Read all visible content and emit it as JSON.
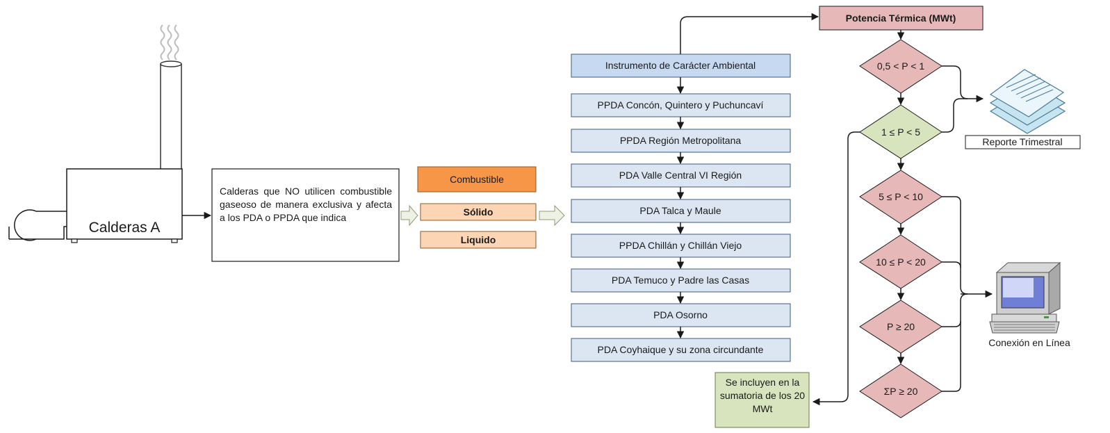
{
  "boiler": {
    "label": "Calderas A"
  },
  "condition": {
    "text": "Calderas que NO utilicen combustible gaseoso de manera exclusiva y afecta a los PDA o PPDA que indica"
  },
  "fuel": {
    "header": "Combustible",
    "types": [
      "Sólido",
      "Liquido"
    ]
  },
  "instrument": {
    "label": "Instrumento de Carácter Ambiental"
  },
  "plans": [
    "PPDA Concón, Quintero y Puchuncaví",
    "PPDA Región Metropolitana",
    "PDA Valle Central VI Región",
    "PDA Talca y Maule",
    "PPDA Chillán y Chillán Viejo",
    "PDA Temuco y Padre las Casas",
    "PDA Osorno",
    "PDA Coyhaique y su zona circundante"
  ],
  "power": {
    "header": "Potencia Térmica (MWt)",
    "ranges": [
      "0,5 < P < 1",
      "1 ≤ P < 5",
      "5 ≤ P < 10",
      "10 ≤ P < 20",
      "P ≥ 20",
      "ΣP ≥ 20"
    ]
  },
  "outputs": {
    "report_label": "Reporte Trimestral",
    "online_label": "Conexión en Línea",
    "sum_note": "Se incluyen en la sumatoria de los 20 MWt"
  },
  "colors": {
    "instrument_fill": "#c6d9f1",
    "plan_fill": "#dce6f2",
    "fuel_header_fill": "#f79646",
    "fuel_type_fill": "#fcd5b5",
    "power_header_fill": "#e6b9b8",
    "diamond_fill": "#e6b9b8",
    "diamond_green_fill": "#d7e4bd",
    "note_fill": "#d7e4bd"
  }
}
